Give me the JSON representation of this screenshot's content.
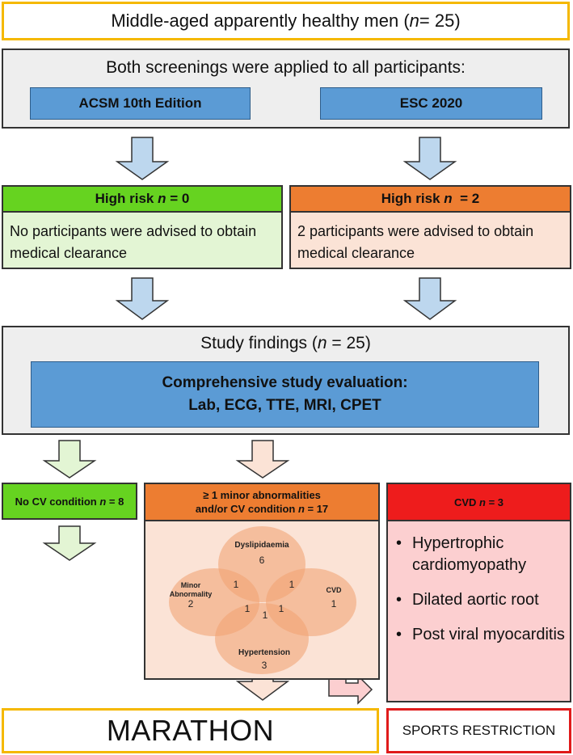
{
  "top_title": {
    "prefix": "Middle-aged apparently healthy men (",
    "n": "n",
    "suffix": " = 25)"
  },
  "screening": {
    "heading": "Both screenings were applied to all participants:",
    "left_btn": "ACSM 10th Edition",
    "right_btn": "ESC 2020"
  },
  "risk_left": {
    "header_prefix": "High risk ",
    "n": "n",
    "header_suffix": " = 0",
    "body": "No participants were advised to obtain medical clearance"
  },
  "risk_right": {
    "header_prefix": "High risk ",
    "n": "n",
    "header_suffix": "  = 2",
    "body": "2 participants were advised to obtain medical clearance"
  },
  "findings": {
    "heading_prefix": "Study findings (",
    "n": "n",
    "heading_suffix": " = 25)",
    "eval_line1": "Comprehensive study evaluation:",
    "eval_line2": "Lab, ECG, TTE, MRI, CPET"
  },
  "no_cv": {
    "prefix": "No CV condition ",
    "n": "n",
    "suffix": " = 8"
  },
  "minor": {
    "line1": "≥ 1 minor abnormalities",
    "line2_prefix": "and/or CV condition ",
    "n": "n",
    "line2_suffix": " = 17"
  },
  "venn": {
    "dyslipidaemia": {
      "label": "Dyslipidaemia",
      "count": "6"
    },
    "minor_abnormality": {
      "label_line1": "Minor",
      "label_line2": "Abnormality",
      "count": "2"
    },
    "cvd": {
      "label": "CVD",
      "count": "1"
    },
    "hypertension": {
      "label": "Hypertension",
      "count": "3"
    },
    "overlap_minor_dys": "1",
    "overlap_dys_cvd": "1",
    "overlap_minor_hyp": "1",
    "overlap_center": "1",
    "overlap_cvd_hyp": "1",
    "circle_color": "#f0a070"
  },
  "cvd": {
    "header_prefix": "CVD ",
    "n": "n",
    "header_suffix": " = 3",
    "items": [
      "Hypertrophic cardiomyopathy",
      "Dilated aortic root",
      "Post viral myocarditis"
    ]
  },
  "marathon": "MARATHON",
  "restriction": "SPORTS RESTRICTION",
  "colors": {
    "green": "#66d320",
    "orange": "#ed7d31",
    "red": "#ee1c1c",
    "blue": "#5b9bd5",
    "yellow_border": "#f5b800"
  }
}
